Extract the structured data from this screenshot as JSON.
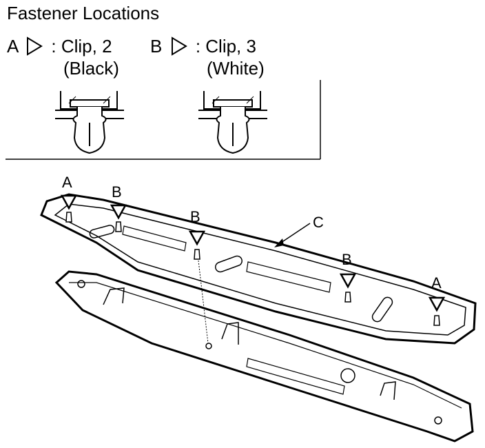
{
  "title": "Fastener Locations",
  "legend": [
    {
      "letter": "A",
      "text": ": Clip, 2",
      "sub": "(Black)"
    },
    {
      "letter": "B",
      "text": ": Clip, 3",
      "sub": "(White)"
    }
  ],
  "callouts": {
    "a_left": "A",
    "b1": "B",
    "b2": "B",
    "b3": "B",
    "a_right": "A",
    "c": "C"
  }
}
